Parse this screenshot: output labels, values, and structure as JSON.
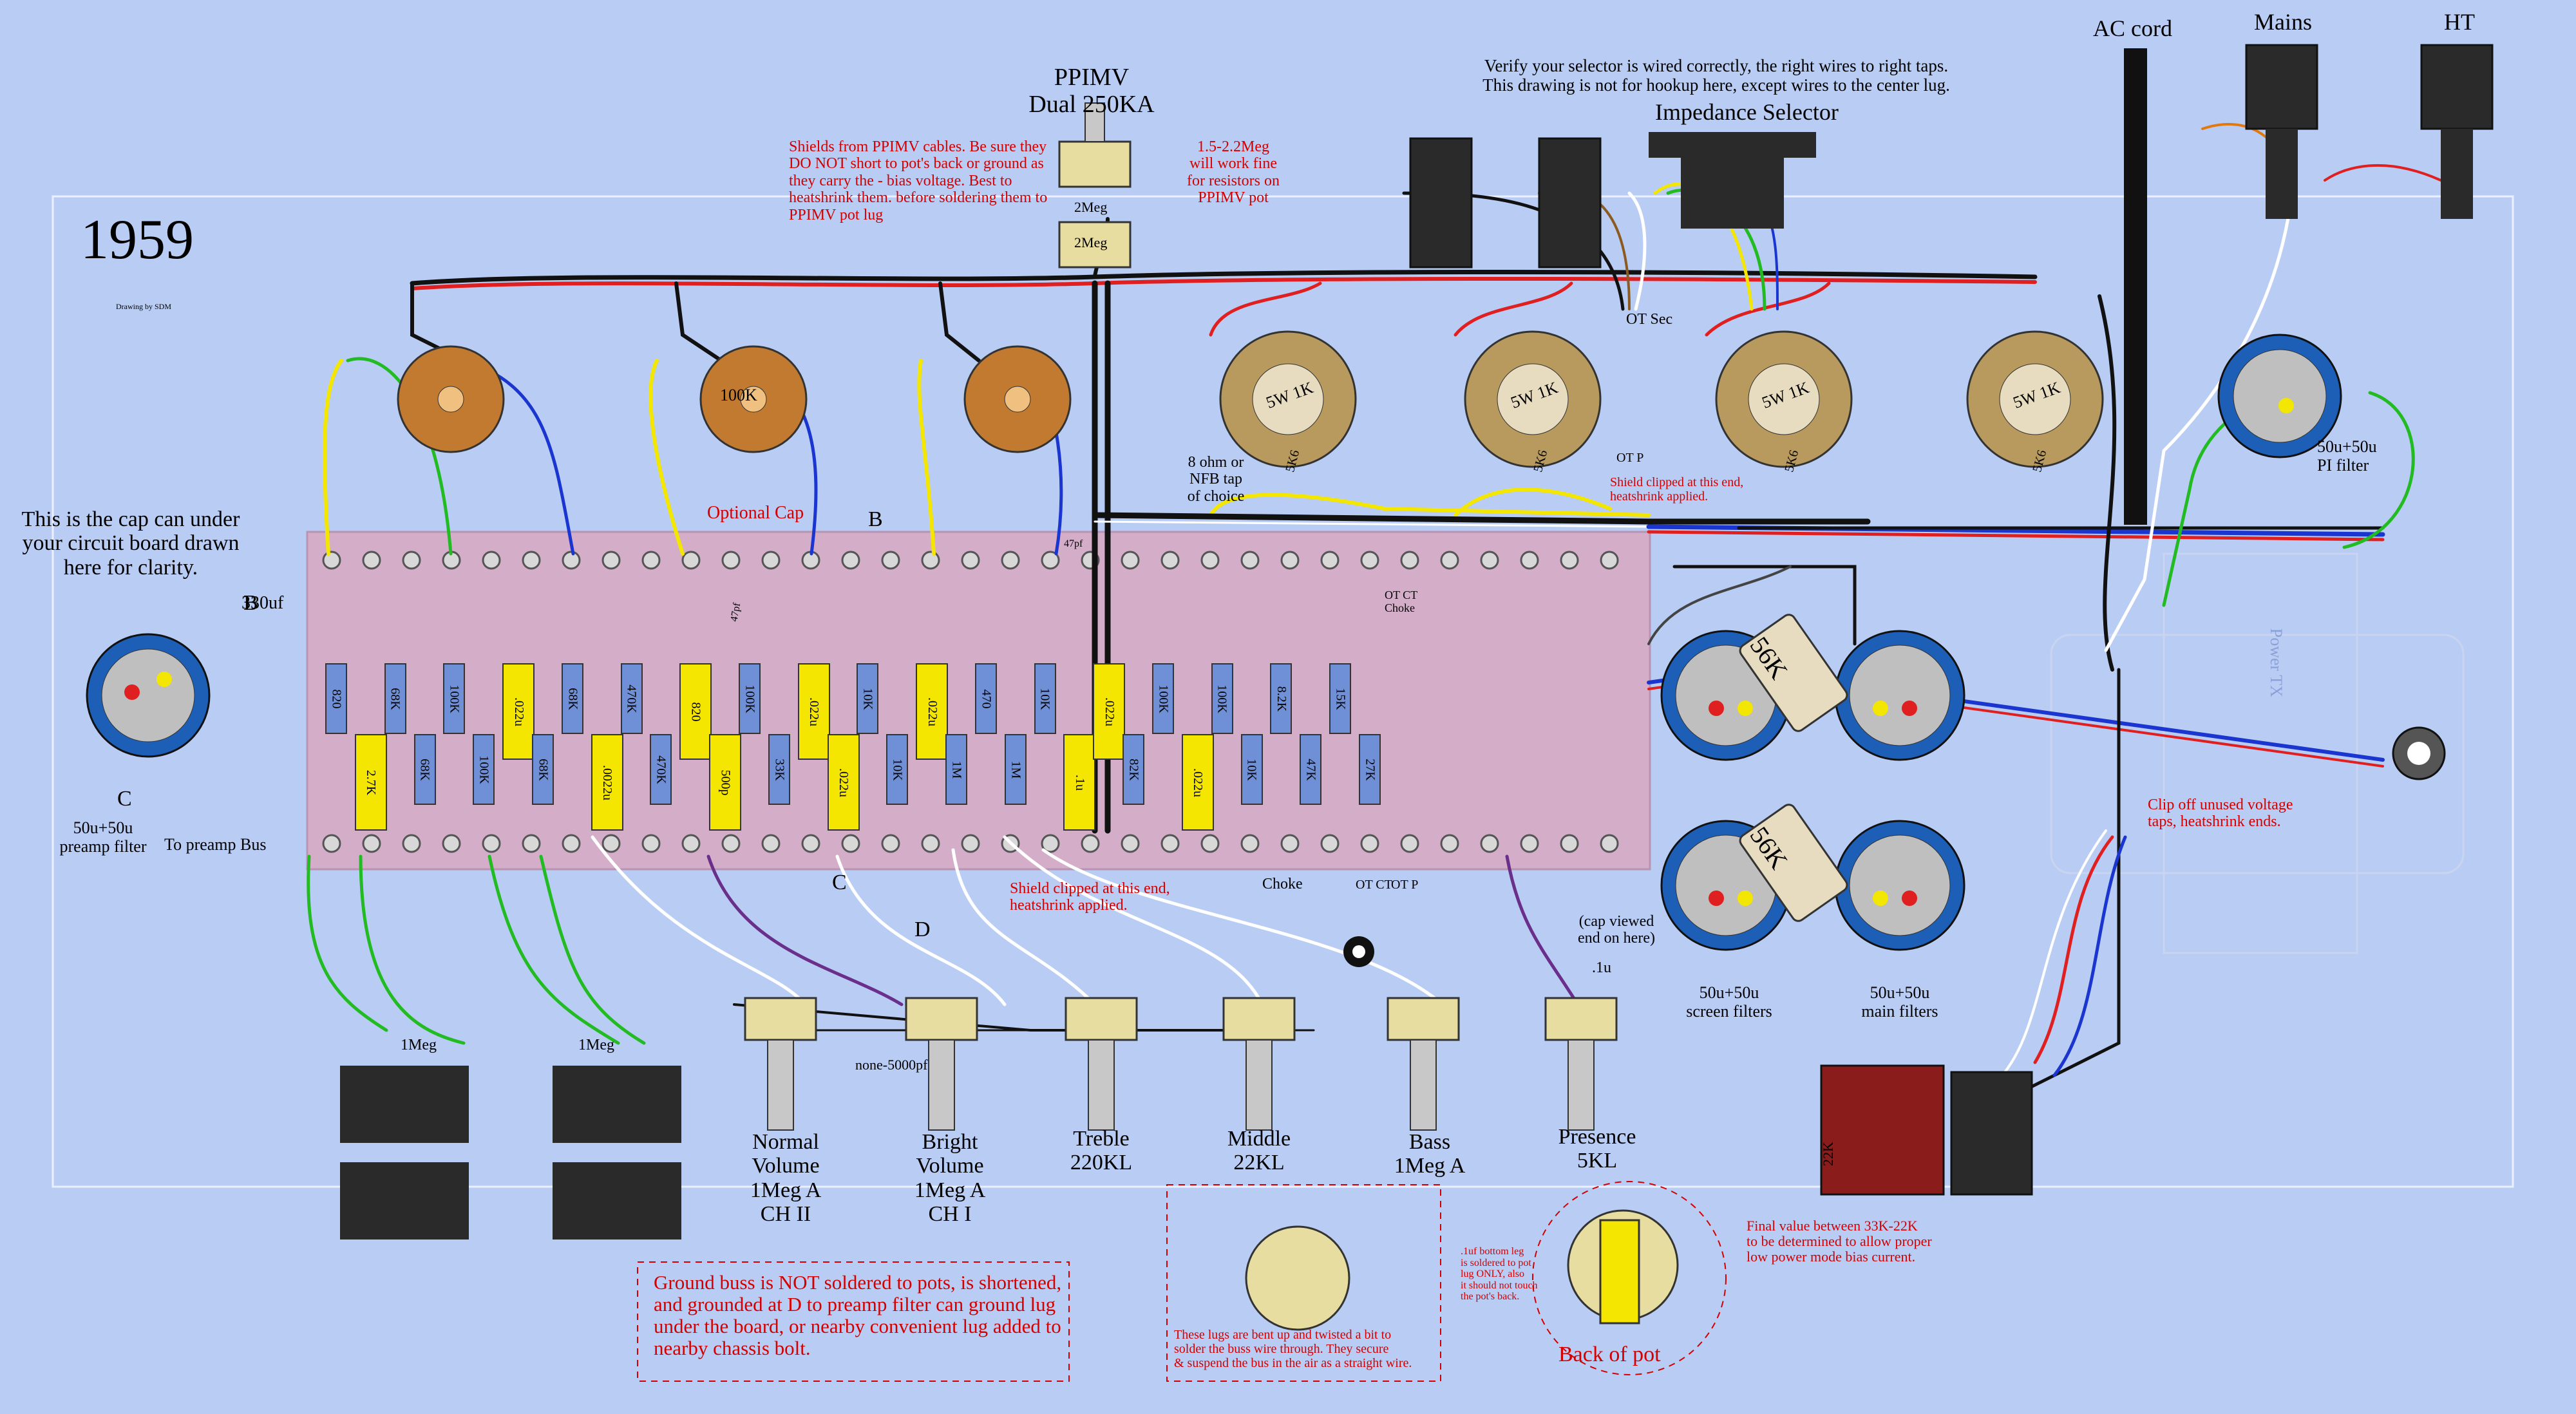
{
  "title": "1959",
  "credit": "Drawing by SDM",
  "colors": {
    "background": "#b9cdf4",
    "board": "#d4adc9",
    "wire_red": "#e02020",
    "wire_black": "#111111",
    "wire_yellow": "#f3e600",
    "wire_green": "#22bb22",
    "wire_blue": "#1a35d0",
    "wire_white": "#ffffff",
    "wire_orange": "#e07a10",
    "wire_purple": "#6a2f8a",
    "tube_socket": "#c27a30",
    "power_socket": "#b89a5f",
    "cap_can": "#1d5fb7",
    "resistor_blue": "#6f8fd6",
    "cap_yellow": "#f4e600",
    "pot_body": "#e8dda0"
  },
  "labels": {
    "cap_can_note": "This is the cap can under\nyour circuit board drawn\nhere for clarity.",
    "preamp_filter": "50u+50u\npreamp filter",
    "preamp_bus": "To preamp Bus",
    "b_marker": "B",
    "c_marker": "C",
    "d_marker": "D",
    "cap_330uf": "330uf",
    "ppimv": "PPIMV\nDual 250KA",
    "ppimv_pot_top": "2Meg",
    "ppimv_pot_bottom": "2Meg",
    "shields_note": "Shields from PPIMV cables. Be sure they\nDO NOT short to pot's back or ground as\nthey carry the - bias voltage. Best to\nheatshrink them. before soldering them to\nPPIMV pot lug",
    "resistor_note": "1.5-2.2Meg\nwill work fine\nfor resistors on\nPPIMV pot",
    "selector_note": "Verify your selector is wired correctly, the right wires to right taps.\nThis drawing is not for hookup here, except wires to the center lug.",
    "impedance_selector": "Impedance Selector",
    "ac_cord": "AC cord",
    "mains": "Mains",
    "ht": "HT",
    "ot_sec": "OT Sec",
    "optional_cap": "Optional Cap",
    "ohm_tap": "8 ohm or\nNFB tap\nof choice",
    "ot_p": "OT P",
    "shield_clipped_right": "Shield clipped at this end,\nheatshrink applied.",
    "pi_filter": "50u+50u\nPI filter",
    "ot_ct_choke": "OT CT\nChoke",
    "power_tx": "Power TX",
    "clip_note": "Clip off unused voltage\ntaps, heatshrink ends.",
    "shield_clipped_bottom": "Shield clipped at this end,\nheatshrink applied.",
    "choke": "Choke",
    "ot_ct": "OT CT",
    "ot_p_small": "OT P",
    "cap_viewed": "(cap viewed\nend on here)",
    "cap_point1": ".1u",
    "screen_filters": "50u+50u\nscreen filters",
    "main_filters": "50u+50u\nmain filters",
    "res_56k": "56K",
    "res_22k": "22K",
    "final_value_note": "Final value between 33K-22K\nto be determined to allow proper\nlow power mode bias current.",
    "none_5000pf": "none-5000pf",
    "ground_buss_note": "Ground buss is NOT soldered to pots, is shortened,\nand grounded at D to preamp filter can ground lug\nunder the board, or nearby convenient lug added to\nnearby chassis bolt.",
    "lugs_note": "These lugs are bent up and twisted a bit to\nsolder the buss wire through. They secure\n& suspend the bus in the air as a straight wire.",
    "back_leg_note": ".1uf bottom leg\nis soldered to pot\nlug ONLY, also\nit should not touch\nthe pot's back.",
    "back_of_pot": "Back of pot",
    "cap_47pf": "47pf",
    "cap_47pf_b": "47pf",
    "jack_res_1": "1Meg",
    "jack_res_2": "1Meg"
  },
  "pots": [
    {
      "label": "Normal\nVolume\n1Meg A\nCH II"
    },
    {
      "label": "Bright\nVolume\n1Meg A\nCH I"
    },
    {
      "label": "Treble\n220KL"
    },
    {
      "label": "Middle\n22KL"
    },
    {
      "label": "Bass\n1Meg A"
    },
    {
      "label": "Presence\n5KL"
    }
  ],
  "tube_socket_labels": [
    "100K",
    "5W 1K",
    "5W 1K",
    "5W 1K",
    "5W 1K"
  ],
  "small_resistors": [
    "5K6",
    "5K6",
    "5K6",
    "5K6"
  ],
  "board_components": [
    {
      "kind": "res",
      "label": "820"
    },
    {
      "kind": "cap",
      "label": "2.7K"
    },
    {
      "kind": "res",
      "label": "68K"
    },
    {
      "kind": "res",
      "label": "68K"
    },
    {
      "kind": "res",
      "label": "100K"
    },
    {
      "kind": "res",
      "label": "100K"
    },
    {
      "kind": "cap",
      "label": ".022u"
    },
    {
      "kind": "res",
      "label": "68K"
    },
    {
      "kind": "res",
      "label": "68K"
    },
    {
      "kind": "cap",
      "label": ".0022u"
    },
    {
      "kind": "res",
      "label": "470K"
    },
    {
      "kind": "res",
      "label": "470K"
    },
    {
      "kind": "cap",
      "label": "820"
    },
    {
      "kind": "cap",
      "label": "500p"
    },
    {
      "kind": "res",
      "label": "100K"
    },
    {
      "kind": "res",
      "label": "33K"
    },
    {
      "kind": "cap",
      "label": ".022u"
    },
    {
      "kind": "cap",
      "label": ".022u"
    },
    {
      "kind": "res",
      "label": "10K"
    },
    {
      "kind": "res",
      "label": "10K"
    },
    {
      "kind": "cap",
      "label": ".022u"
    },
    {
      "kind": "res",
      "label": "1M"
    },
    {
      "kind": "res",
      "label": "470"
    },
    {
      "kind": "res",
      "label": "1M"
    },
    {
      "kind": "res",
      "label": "10K"
    },
    {
      "kind": "cap",
      "label": ".1u"
    },
    {
      "kind": "cap",
      "label": ".022u"
    },
    {
      "kind": "res",
      "label": "82K"
    },
    {
      "kind": "res",
      "label": "100K"
    },
    {
      "kind": "cap",
      "label": ".022u"
    },
    {
      "kind": "res",
      "label": "100K"
    },
    {
      "kind": "res",
      "label": "10K"
    },
    {
      "kind": "res",
      "label": "8.2K"
    },
    {
      "kind": "res",
      "label": "47K"
    },
    {
      "kind": "res",
      "label": "15K"
    },
    {
      "kind": "res",
      "label": "27K"
    }
  ]
}
